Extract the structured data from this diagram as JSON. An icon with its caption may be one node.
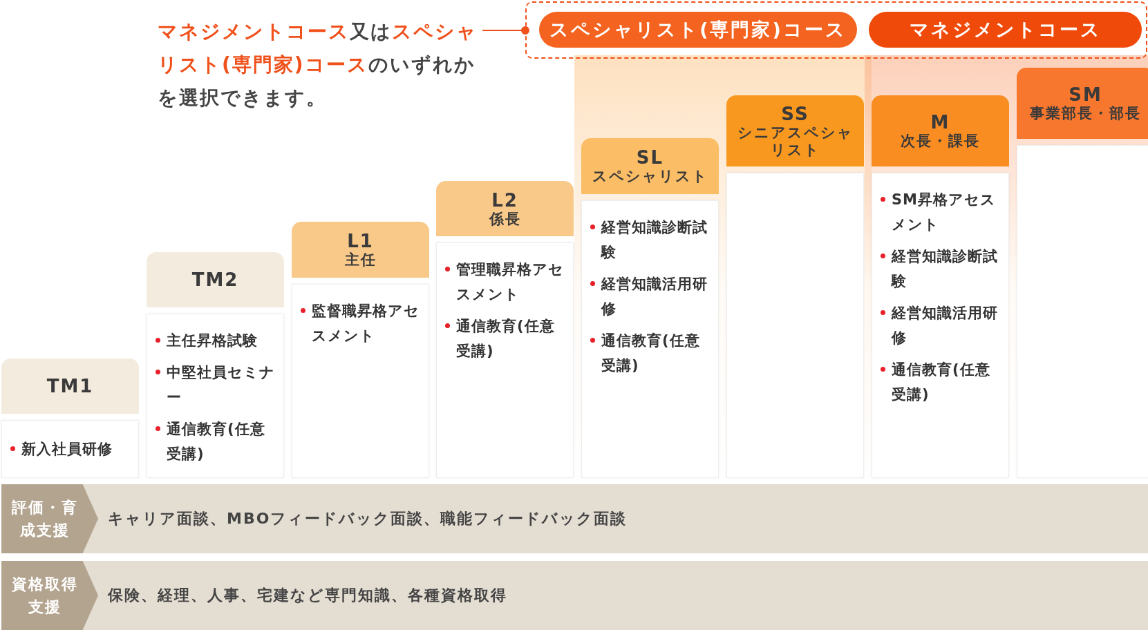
{
  "diagram": {
    "nodes": [
      {
        "text": [
          "**マネジメントコース**又は**スペシャリスト(専門家)コース**のいずれかを選択できます。"
        ]
      },
      {
        "text": [],
        "shape": "box"
      },
      {
        "text": [
          "スペシャリスト(専門家)コース"
        ],
        "in": 1
      },
      {
        "text": [
          "マネジメントコース"
        ],
        "in": 1
      },
      {
        "text": [
          "SM",
          "事業部長・部長"
        ]
      },
      {
        "text": [
          "SS",
          "シニアスペシャリスト"
        ]
      },
      {
        "text": [
          "M",
          "次長・課長"
        ]
      },
      {
        "text": [
          "SL",
          "スペシャリスト"
        ]
      },
      {
        "text": [
          "L2",
          "係長"
        ]
      },
      {
        "text": [
          "L1",
          "主任"
        ]
      },
      {
        "text": [
          "TM2"
        ]
      },
      {
        "text": [
          "TM1"
        ]
      },
      {
        "text": [
          "新入社員研修"
        ]
      },
      {
        "text": [
          "主任昇格試験",
          "中堅社員セミナー",
          "通信教育(任意受講)"
        ]
      },
      {
        "text": [
          "監督職昇格アセスメント"
        ]
      },
      {
        "text": [
          "管理職昇格アセスメント",
          "通信教育(任意受講)"
        ]
      },
      {
        "text": [
          "経営知識診断試験",
          "経営知識活用研修",
          "通信教育(任意受講)"
        ]
      },
      {
        "text": [],
        "shape": "box"
      },
      {
        "text": [
          "SM昇格アセスメント",
          "経営知識診断試験",
          "経営知識活用研修",
          "通信教育(任意受講)"
        ]
      },
      {
        "text": [],
        "shape": "box"
      },
      {
        "text": [
          "評価・育成支援",
          "キャリア面談、MBOフィードバック面談、職能フィードバック面談"
        ]
      },
      {
        "text": [
          "資格取得支援",
          "保険、経理、人事、宅建など専門知識、各種資格取得"
        ]
      }
    ],
    "edges": [
      {
        "from": 0,
        "to": 1,
        "arrow": "other"
      }
    ]
  }
}
